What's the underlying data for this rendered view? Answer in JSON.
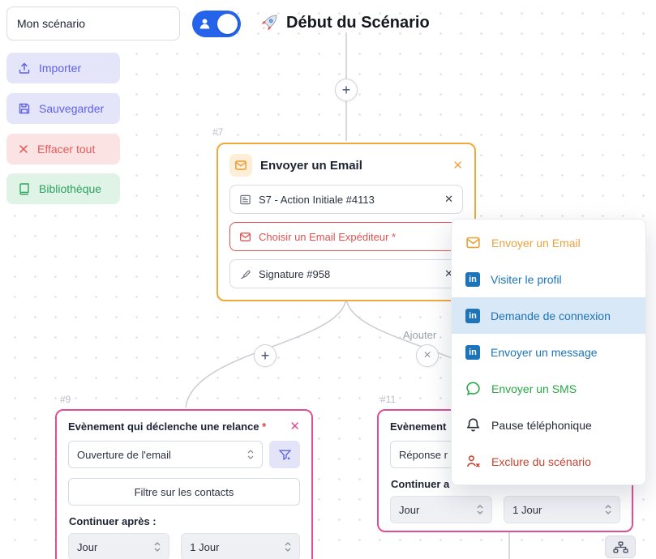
{
  "topbar": {
    "scenario_name": "Mon scénario",
    "title": "Début du Scénario"
  },
  "sidebar": {
    "items": [
      {
        "label": "Importer"
      },
      {
        "label": "Sauvegarder"
      },
      {
        "label": "Effacer tout"
      },
      {
        "label": "Bibliothèque"
      }
    ]
  },
  "canvas": {
    "add_label": "Ajouter",
    "plus_icon": "+",
    "times_icon": "×",
    "close_icon": "✕"
  },
  "nodes": {
    "email": {
      "id": "#7",
      "title": "Envoyer un Email",
      "fields": [
        {
          "value": "S7 - Action Initiale #4113"
        },
        {
          "value": "Choisir un Email Expéditeur *"
        },
        {
          "value": "Signature #958"
        }
      ]
    },
    "left": {
      "id": "#9",
      "title": "Evènement qui déclenche une relance",
      "required_mark": "*",
      "event_value": "Ouverture de l'email",
      "filter_button": "Filtre sur les contacts",
      "continue_label": "Continuer après :",
      "unit_value": "Jour",
      "duration_value": "1 Jour"
    },
    "right": {
      "id": "#11",
      "title": "Evènement",
      "event_value": "Réponse r",
      "continue_label": "Continuer a",
      "unit_value": "Jour",
      "duration_value": "1 Jour"
    }
  },
  "menu": {
    "items": [
      {
        "label": "Envoyer un Email"
      },
      {
        "label": "Visiter le profil"
      },
      {
        "label": "Demande de connexion"
      },
      {
        "label": "Envoyer un message"
      },
      {
        "label": "Envoyer un SMS"
      },
      {
        "label": "Pause téléphonique"
      },
      {
        "label": "Exclure du scénario"
      }
    ]
  },
  "icons": {
    "linkedin": "in"
  },
  "colors": {
    "accent_purple": "#5f61e6",
    "accent_red": "#e15b5b",
    "accent_green": "#2fa35f",
    "node_orange": "#f2a93b",
    "node_pink": "#dc4f93",
    "linkedin_blue": "#1d74b8",
    "sms_green": "#27a844",
    "exclude_red": "#c8432f",
    "toggle_blue": "#2563eb",
    "menu_highlight": "#d9e8f7"
  }
}
